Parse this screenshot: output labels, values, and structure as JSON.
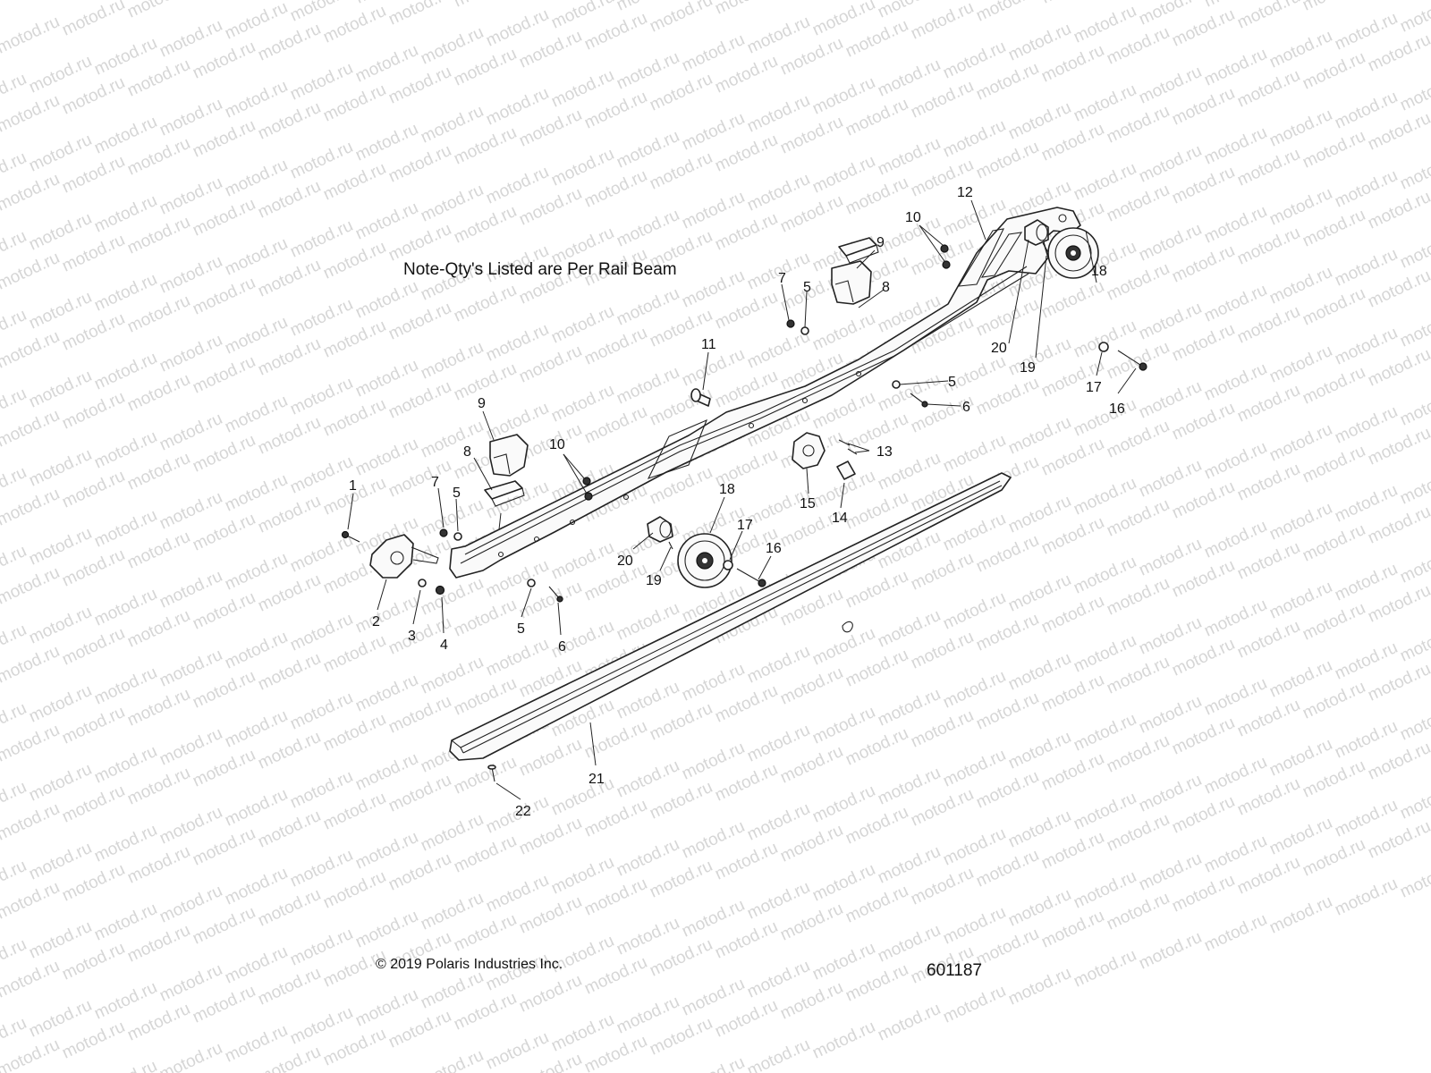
{
  "watermark": {
    "text": "motod.ru"
  },
  "note": "Note-Qty's Listed are Per Rail Beam",
  "copyright": "© 2019 Polaris Industries Inc.",
  "figure_number": "601187",
  "callouts": [
    {
      "id": "c1",
      "label": "1"
    },
    {
      "id": "c2",
      "label": "2"
    },
    {
      "id": "c3",
      "label": "3"
    },
    {
      "id": "c4",
      "label": "4"
    },
    {
      "id": "c5a",
      "label": "5"
    },
    {
      "id": "c5b",
      "label": "5"
    },
    {
      "id": "c5c",
      "label": "5"
    },
    {
      "id": "c5d",
      "label": "5"
    },
    {
      "id": "c6a",
      "label": "6"
    },
    {
      "id": "c6b",
      "label": "6"
    },
    {
      "id": "c7a",
      "label": "7"
    },
    {
      "id": "c7b",
      "label": "7"
    },
    {
      "id": "c8a",
      "label": "8"
    },
    {
      "id": "c8b",
      "label": "8"
    },
    {
      "id": "c9a",
      "label": "9"
    },
    {
      "id": "c9b",
      "label": "9"
    },
    {
      "id": "c10a",
      "label": "10"
    },
    {
      "id": "c10b",
      "label": "10"
    },
    {
      "id": "c11",
      "label": "11"
    },
    {
      "id": "c12",
      "label": "12"
    },
    {
      "id": "c13",
      "label": "13"
    },
    {
      "id": "c14",
      "label": "14"
    },
    {
      "id": "c15",
      "label": "15"
    },
    {
      "id": "c16a",
      "label": "16"
    },
    {
      "id": "c16b",
      "label": "16"
    },
    {
      "id": "c17a",
      "label": "17"
    },
    {
      "id": "c17b",
      "label": "17"
    },
    {
      "id": "c18a",
      "label": "18"
    },
    {
      "id": "c18b",
      "label": "18"
    },
    {
      "id": "c19a",
      "label": "19"
    },
    {
      "id": "c19b",
      "label": "19"
    },
    {
      "id": "c20a",
      "label": "20"
    },
    {
      "id": "c20b",
      "label": "20"
    },
    {
      "id": "c21",
      "label": "21"
    },
    {
      "id": "c22",
      "label": "22"
    }
  ]
}
